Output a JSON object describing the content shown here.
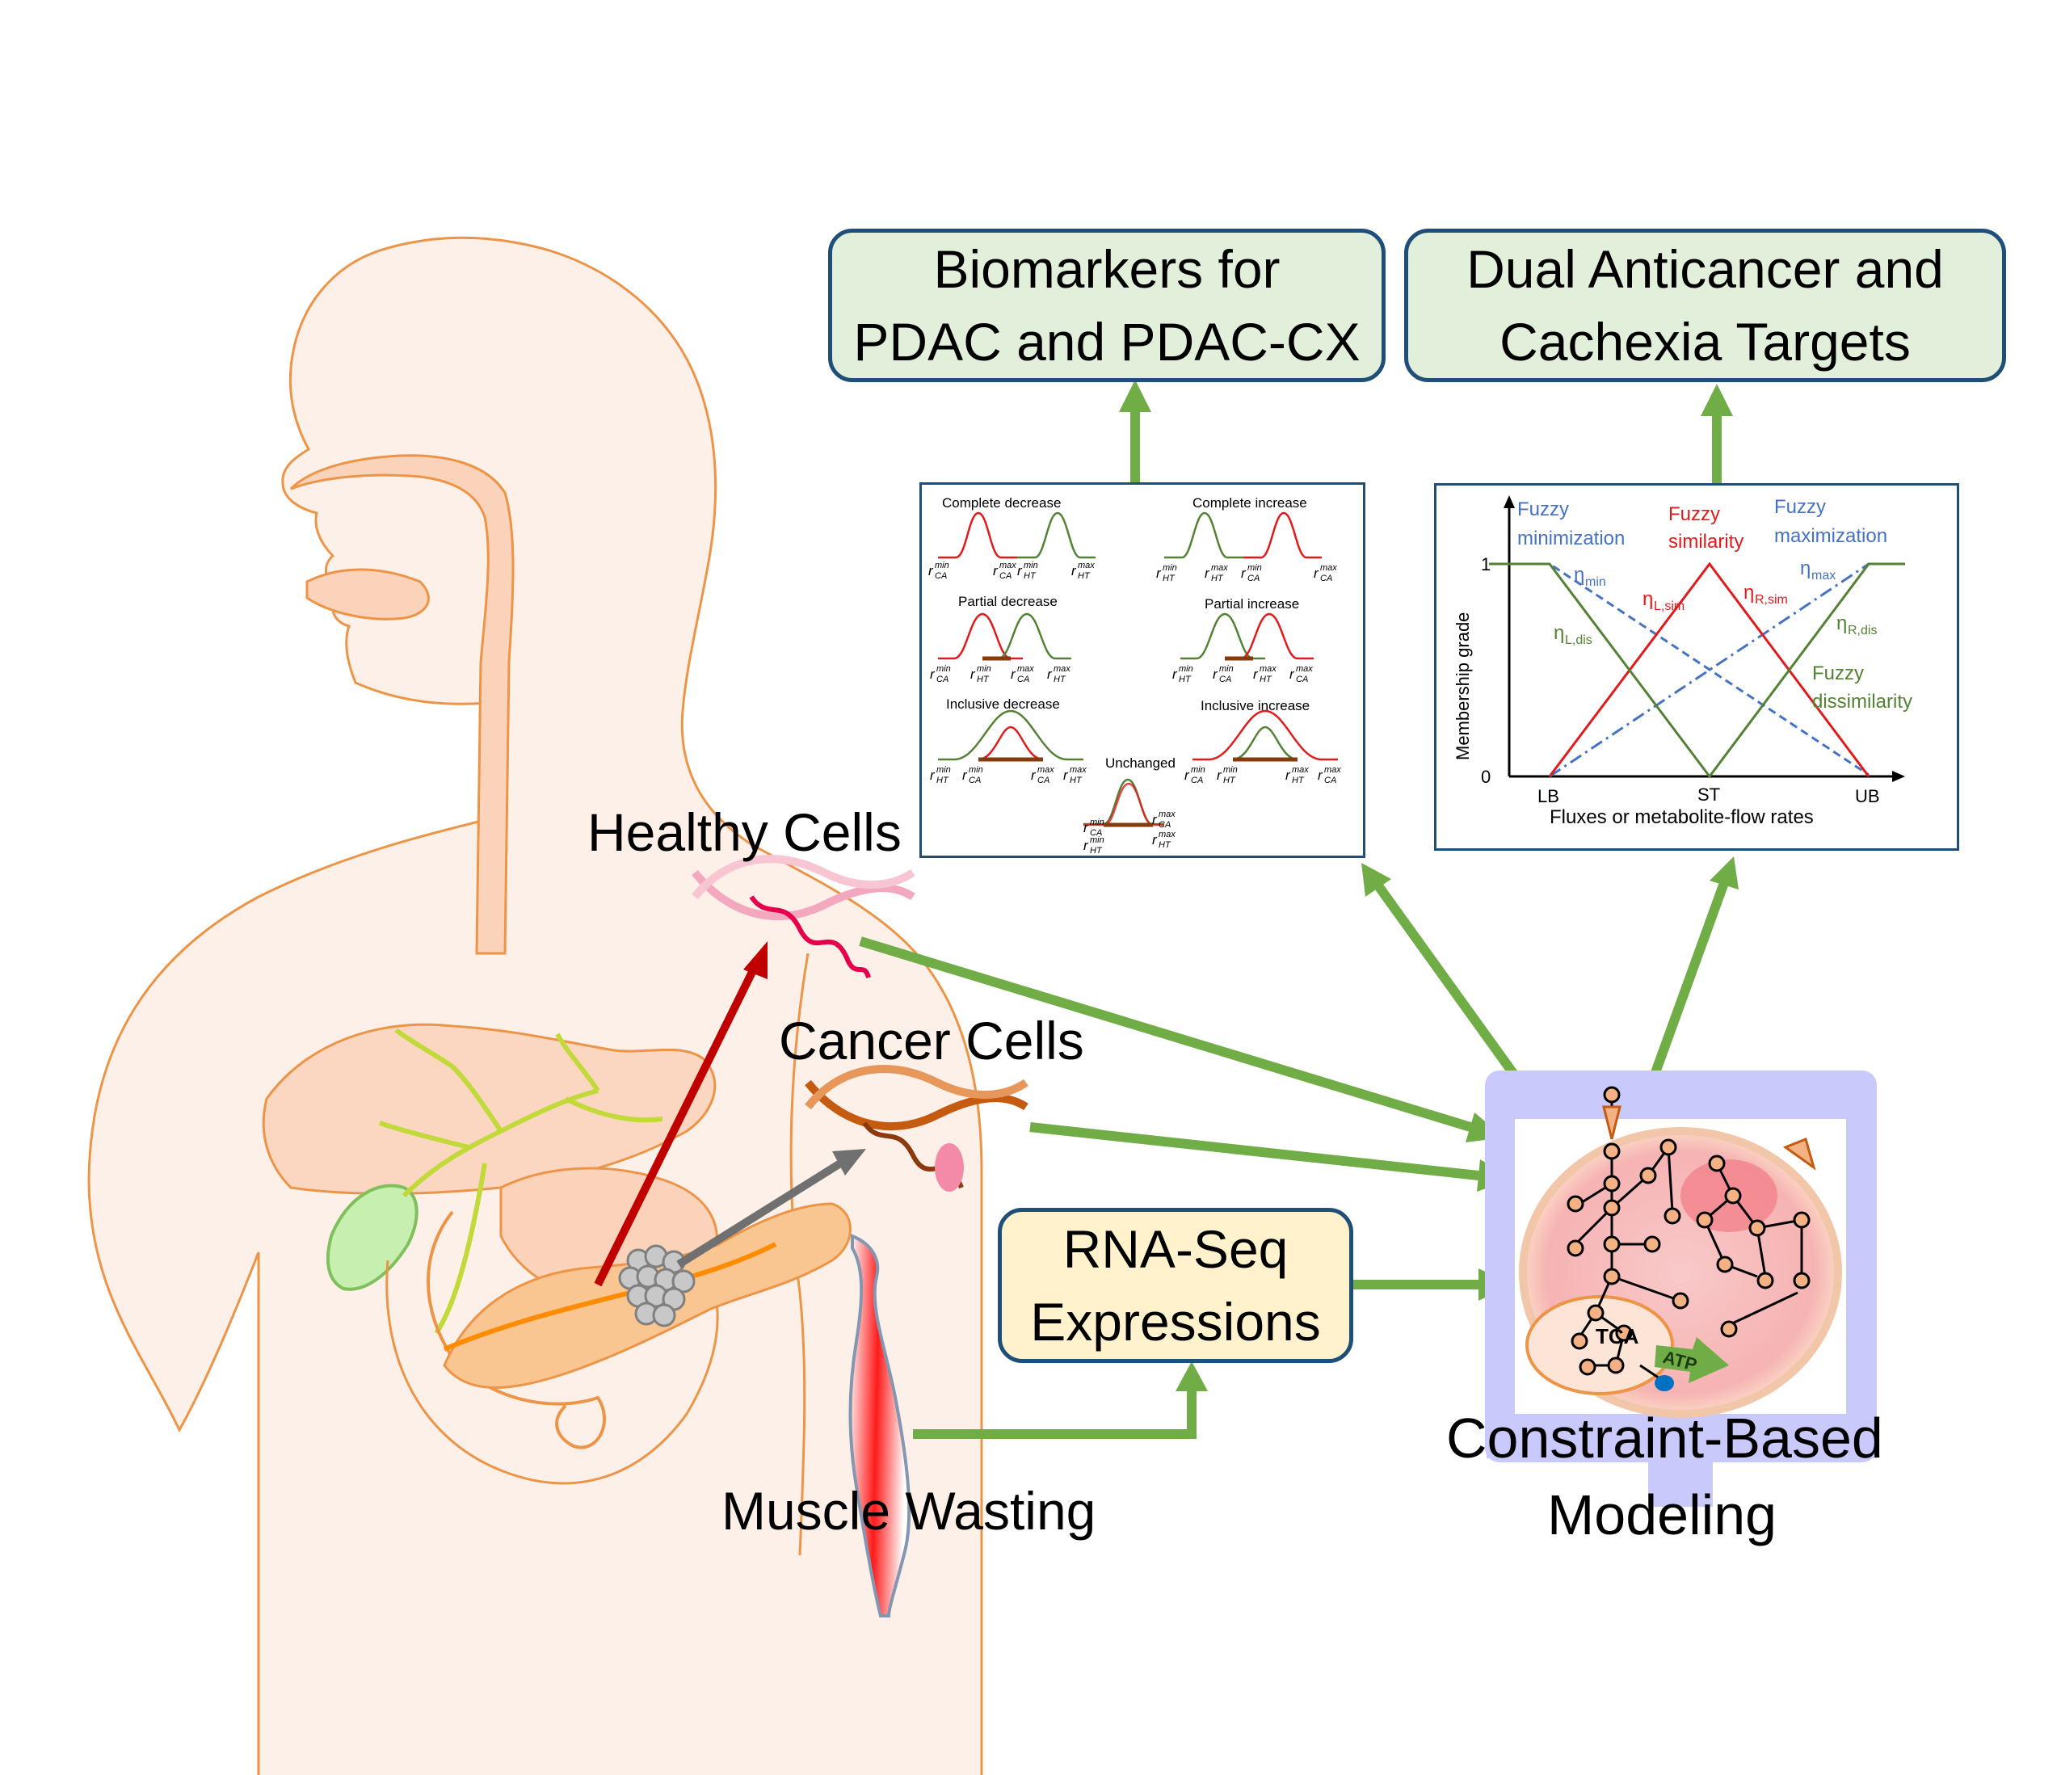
{
  "boxes": {
    "biomarkers": [
      "Biomarkers for",
      "PDAC and PDAC-CX"
    ],
    "targets": [
      "Dual Anticancer and",
      "Cachexia Targets"
    ],
    "rnaseq": [
      "RNA-Seq",
      "Expressions"
    ]
  },
  "labels": {
    "healthy": "Healthy Cells",
    "cancer": "Cancer Cells",
    "muscle": "Muscle Wasting",
    "cbm": [
      "Constraint-Based",
      "Modeling"
    ]
  },
  "regulation_panel": {
    "complete_decrease": "Complete decrease",
    "complete_increase": "Complete increase",
    "partial_decrease": "Partial decrease",
    "partial_increase": "Partial increase",
    "inclusive_decrease": "Inclusive decrease",
    "inclusive_increase": "Inclusive increase",
    "unchanged": "Unchanged",
    "sym_r": "r",
    "sup_min": "min",
    "sup_max": "max",
    "sub_ca": "CA",
    "sub_ht": "HT"
  },
  "fuzzy_panel": {
    "fuzzy_min": [
      "Fuzzy",
      "minimization"
    ],
    "fuzzy_sim": [
      "Fuzzy",
      "similarity"
    ],
    "fuzzy_max": [
      "Fuzzy",
      "maximization"
    ],
    "fuzzy_dis": [
      "Fuzzy",
      "dissimilarity"
    ],
    "eta": "η",
    "eta_min_sub": "min",
    "eta_max_sub": "max",
    "eta_lsim_sub": "L,sim",
    "eta_rsim_sub": "R,sim",
    "eta_ldis_sub": "L,dis",
    "eta_rdis_sub": "R,dis",
    "ylabel": "Membership grade",
    "xlabel": "Fluxes or metabolite-flow rates",
    "ytick_one": "1",
    "ytick_zero": "0",
    "xtick_lb": "LB",
    "xtick_st": "ST",
    "xtick_ub": "UB"
  },
  "cell_model": {
    "tca": "TCA",
    "atp": "ATP"
  },
  "colors": {
    "arrow_green": "#70ad47",
    "arrow_red": "#c00000",
    "arrow_grey": "#707070",
    "box_border": "#1f4e79",
    "body_outline": "#ed9447",
    "body_fill": "#fdf0e9",
    "monitor": "#c9c9fb",
    "fuzzy_blue": "#4472c4",
    "fuzzy_red": "#e31a1c",
    "fuzzy_green": "#548235"
  }
}
